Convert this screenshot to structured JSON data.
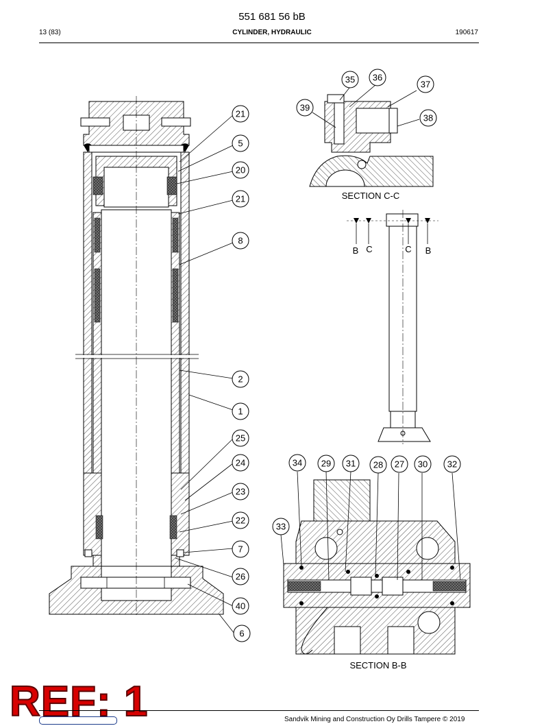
{
  "header": {
    "doc_code": "551 681 56 bB",
    "page": "13 (83)",
    "title": "CYLINDER, HYDRAULIC",
    "date": "190617"
  },
  "sections": {
    "cc": "SECTION C-C",
    "bb": "SECTION B-B",
    "markers": [
      "B",
      "C",
      "C",
      "B"
    ]
  },
  "callouts": [
    "21",
    "5",
    "20",
    "21",
    "8",
    "2",
    "1",
    "25",
    "24",
    "23",
    "22",
    "7",
    "26",
    "40",
    "6",
    "35",
    "36",
    "37",
    "39",
    "38",
    "34",
    "29",
    "31",
    "28",
    "27",
    "30",
    "32",
    "33"
  ],
  "stamp": "REF: 1",
  "footer": {
    "copyright": "Sandvik Mining and Construction Oy Drills Tampere © 2019"
  }
}
